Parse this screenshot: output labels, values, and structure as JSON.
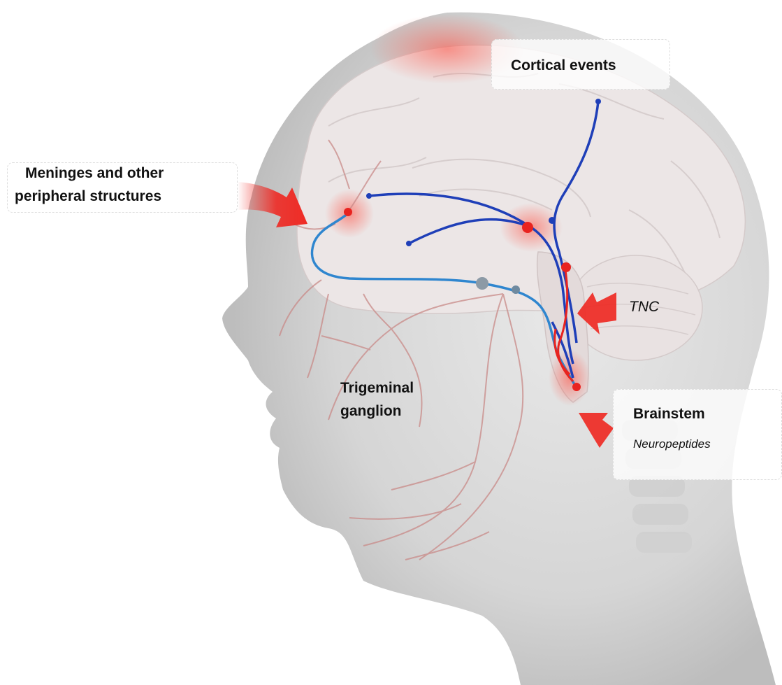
{
  "labels": {
    "cortical_events": "Cortical events",
    "meninges_line1": "Meninges and other",
    "meninges_line2": "peripheral structures",
    "tnc": "TNC",
    "trigeminal_line1": "Trigeminal",
    "trigeminal_line2": "ganglion",
    "brainstem": "Brainstem",
    "neuropeptides": "Neuropeptides"
  },
  "colors": {
    "head": "#d6d6d6",
    "brain": "#ece7e6",
    "peripheral_nerves": "#c98a88",
    "afferent_pathway": "#2f86cf",
    "central_pathway": "#1f3fb8",
    "activation": "#e8231f",
    "arrow": "#ee2a24"
  }
}
